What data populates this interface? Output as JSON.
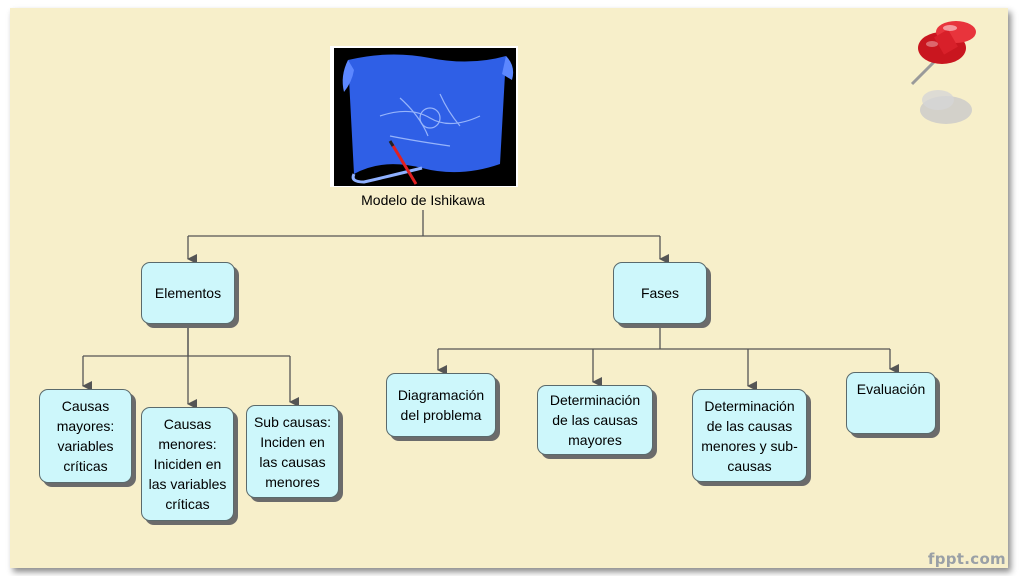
{
  "root": {
    "label": "Modelo de Ishikawa"
  },
  "branches": [
    {
      "label": "Elementos",
      "children": [
        "Causas\nmayores:\nvariables\ncríticas",
        "Causas\nmenores:\nIniciden en\nlas variables\ncríticas",
        "Sub causas:\nInciden en\nlas causas\nmenores"
      ]
    },
    {
      "label": "Fases",
      "children": [
        "Diagramación\ndel problema",
        "Determinación\nde las causas\nmayores",
        "Determinación\nde las causas\nmenores y sub-\ncausas",
        "Evaluación"
      ]
    }
  ],
  "footer": "fppt.com",
  "colors": {
    "background": "#f7efca",
    "node_fill": "#cdf7fb",
    "connector": "#555555",
    "pin": "#d8202a"
  }
}
